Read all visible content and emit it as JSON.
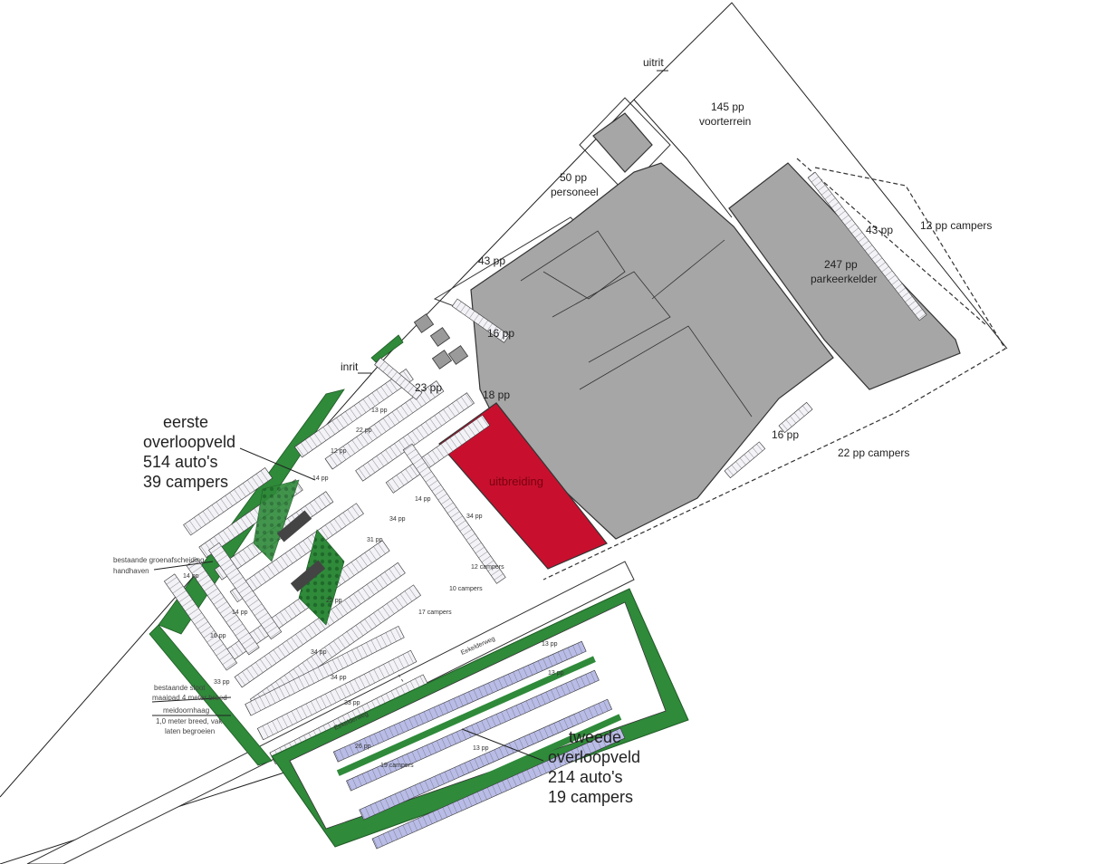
{
  "colors": {
    "building": "#a6a6a6",
    "extension": "#c8102e",
    "green": "#2f8a3a",
    "parking_overflow2": "#b9bce6",
    "line": "#222222"
  },
  "labels": {
    "exit": "uitrit",
    "entrance": "inrit",
    "front_lot_count": "145 pp",
    "front_lot_name": "voorterrein",
    "staff_count": "50 pp",
    "staff_name": "personeel",
    "pp43_left": "43 pp",
    "pp43_right": "43 pp",
    "campers_12": "12 pp campers",
    "garage_count": "247 pp",
    "garage_name": "parkeerkelder",
    "pp16_a": "16 pp",
    "pp16_b": "16 pp",
    "pp23": "23 pp",
    "pp18": "18 pp",
    "campers_22": "22 pp campers",
    "extension": "uitbreiding"
  },
  "overflow1": {
    "line1": "eerste",
    "line2": "overloopveld",
    "line3": "514 auto's",
    "line4": "39 campers"
  },
  "overflow2": {
    "line1": "tweede",
    "line2": "overloopveld",
    "line3": "214 auto's",
    "line4": "19 campers"
  },
  "notes": {
    "green_1": "bestaande groenafscheiding",
    "green_2": "handhaven",
    "ditch_1": "bestaande sloot",
    "ditch_2": "maaipad 4 meter breed",
    "hedge_1": "meidoornhaag",
    "hedge_2": "1,0 meter breed, vak",
    "hedge_3": "laten begroeien"
  },
  "small_labels": {
    "r1": "13 pp",
    "r2": "22 pp",
    "r3": "12 pp",
    "r4": "14 pp",
    "r5": "14 pp",
    "r6": "34 pp",
    "r7": "34 pp",
    "r8": "31 pp",
    "r9": "12 campers",
    "r10": "10 campers",
    "r11": "17 campers",
    "r12": "14 pp",
    "r13": "14 pp",
    "r14": "16 pp",
    "r15": "34 pp",
    "r16": "34 pp",
    "r17": "33 pp",
    "r18": "33 pp",
    "r19": "22 pp",
    "road_a": "Eekelderweg",
    "road_b": "Eekelderweg",
    "t1": "13 pp",
    "t2": "13 pp",
    "t3": "26 pp",
    "t4": "19 campers",
    "t5": "13 pp"
  }
}
